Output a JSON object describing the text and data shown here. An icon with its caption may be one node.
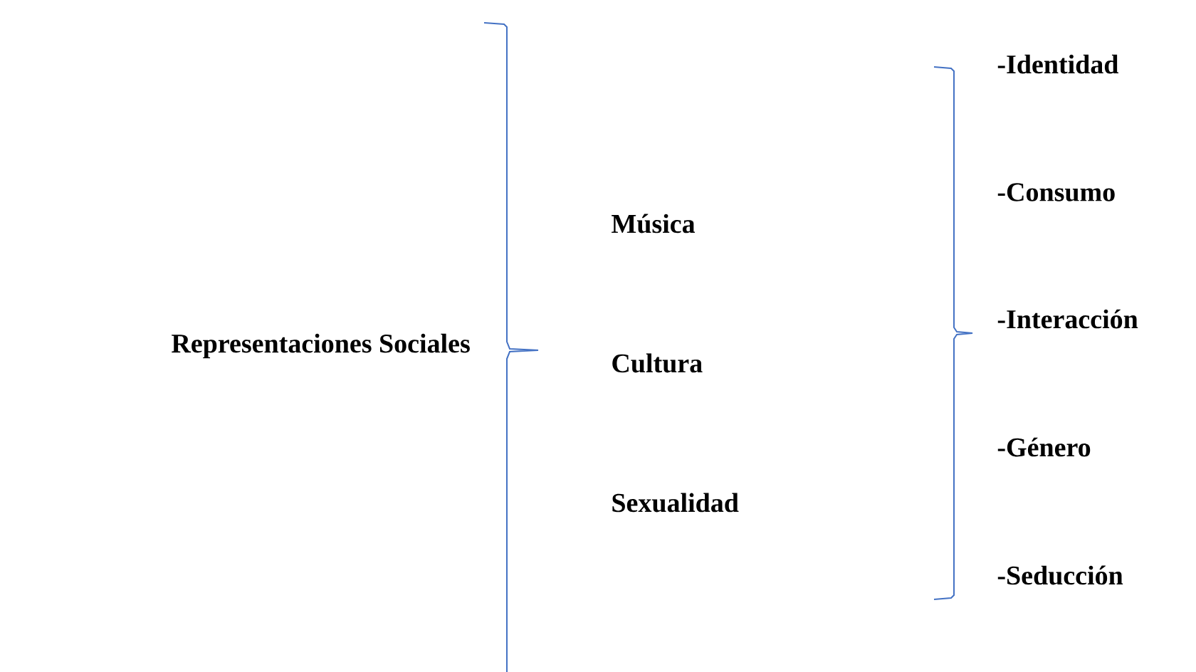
{
  "diagram": {
    "labels": [
      "Representaciones Sociales",
      "Música",
      "Cultura",
      "Sexualidad",
      "-Identidad",
      "-Consumo",
      "-Interacción",
      "-Género",
      "-Seducción"
    ]
  }
}
